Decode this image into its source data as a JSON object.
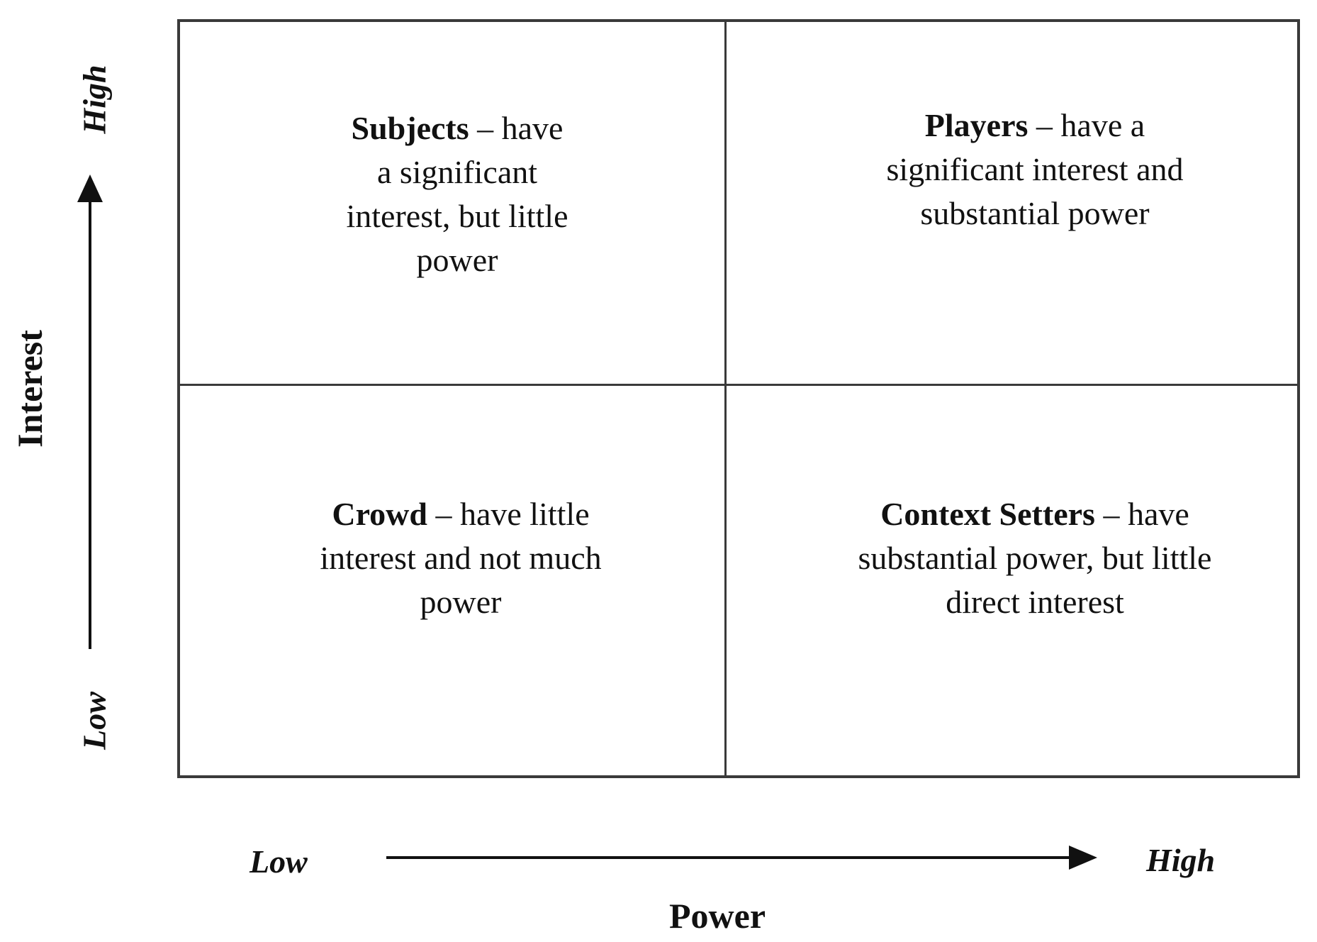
{
  "y_axis": {
    "title": "Interest",
    "high": "High",
    "low": "Low"
  },
  "x_axis": {
    "title": "Power",
    "high": "High",
    "low": "Low"
  },
  "quadrants": {
    "top_left": {
      "name": "Subjects",
      "sep": " – ",
      "desc": "have a significant interest, but little power"
    },
    "top_right": {
      "name": "Players",
      "sep": " – ",
      "desc": "have a significant interest and substantial power"
    },
    "bottom_left": {
      "name": "Crowd",
      "sep": " – ",
      "desc": "have little interest and not much power"
    },
    "bottom_right": {
      "name": "Context Setters",
      "sep": " – ",
      "desc": "have substantial power, but little direct interest"
    }
  }
}
